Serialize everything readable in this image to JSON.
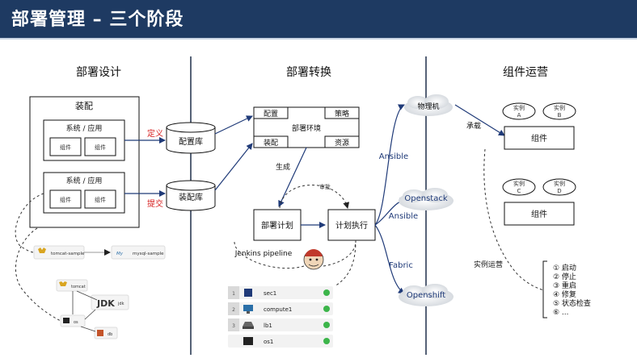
{
  "title": "部署管理 – 三个阶段",
  "sections": {
    "design": "部署设计",
    "transform": "部署转换",
    "ops": "组件运营"
  },
  "design": {
    "assembly": "装配",
    "system_app_1": "系统 / 应用",
    "system_app_2": "系统 / 应用",
    "component_1a": "组件",
    "component_1b": "组件",
    "component_2a": "组件",
    "component_2b": "组件",
    "define": "定义",
    "submit": "提交",
    "tomcat_sample": "tomcat-sample",
    "mysql_sample": "mysql-sample",
    "tomcat": "tomcat",
    "jdk": "JDK",
    "jdk_small": "jdk",
    "os": "os",
    "db": "db"
  },
  "transform": {
    "config_repo": "配置库",
    "assembly_repo": "装配库",
    "config": "配置",
    "strategy": "策略",
    "deploy_env": "部署环境",
    "assembly": "装配",
    "resource": "资源",
    "generate": "生成",
    "approve": "审批",
    "deploy_plan": "部署计划",
    "plan_exec": "计划执行",
    "jenkins": "Jenkins pipeline",
    "steps": [
      {
        "num": "1",
        "label": "sec1"
      },
      {
        "num": "2",
        "label": "compute1"
      },
      {
        "num": "3",
        "label": "lb1"
      },
      {
        "num": "",
        "label": "os1"
      }
    ]
  },
  "targets": {
    "physical": "物理机",
    "openstack": "Openstack",
    "openshift": "Openshift",
    "ansible_1": "Ansible",
    "ansible_2": "Ansible",
    "fabric": "Fabric"
  },
  "ops": {
    "carry": "承载",
    "instance_a_1": "实例",
    "instance_a_2": "A",
    "instance_b_1": "实例",
    "instance_b_2": "B",
    "instance_c_1": "实例",
    "instance_c_2": "C",
    "instance_d_1": "实例",
    "instance_d_2": "D",
    "component_1": "组件",
    "component_2": "组件",
    "instance_ops": "实例运营",
    "actions": [
      "① 启动",
      "② 停止",
      "③ 重启",
      "④ 修复",
      "⑤ 状态检查",
      "⑥ ..."
    ]
  },
  "colors": {
    "title_bg": "#1e3a62",
    "arrow": "#1f3a78",
    "red_label": "#d62020",
    "check": "#3cb54a"
  }
}
